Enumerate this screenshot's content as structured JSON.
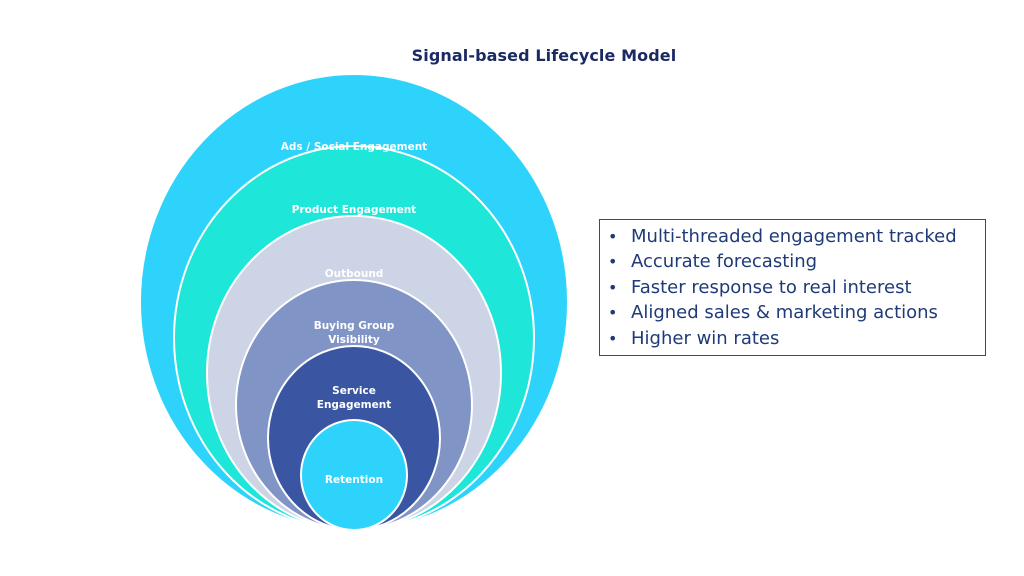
{
  "title": "Signal-based Lifecycle Model",
  "rings": [
    {
      "label_lines": [
        "Ads / Social Engagement"
      ],
      "color": "#2ed3fb",
      "text_color": "#ffffff"
    },
    {
      "label_lines": [
        "Product Engagement"
      ],
      "color": "#1ee6d8",
      "text_color": "#ffffff"
    },
    {
      "label_lines": [
        "Outbound"
      ],
      "color": "#ccd4e6",
      "text_color": "#ffffff"
    },
    {
      "label_lines": [
        "Buying Group",
        "Visibility"
      ],
      "color": "#8094c6",
      "text_color": "#ffffff"
    },
    {
      "label_lines": [
        "Service",
        "Engagement"
      ],
      "color": "#3a55a2",
      "text_color": "#ffffff"
    },
    {
      "label_lines": [
        "Retention"
      ],
      "color": "#2ed3fb",
      "text_color": "#ffffff"
    }
  ],
  "benefits": {
    "bullet": "•",
    "items": [
      "Multi-threaded engagement tracked",
      "Accurate forecasting",
      "Faster response to real interest",
      "Aligned sales & marketing actions",
      "Higher win rates"
    ]
  },
  "colors": {
    "title": "#1b2a63",
    "benefit_text": "#1f3a78",
    "benefit_border": "#2f4a8a"
  }
}
